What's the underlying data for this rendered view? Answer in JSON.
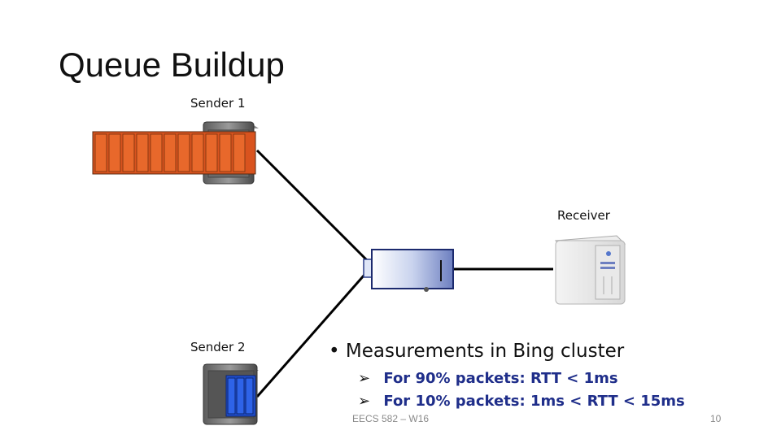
{
  "slide": {
    "title": "Queue Buildup",
    "sender1_label": "Sender 1",
    "sender2_label": "Sender 2",
    "receiver_label": "Receiver",
    "bullet": "Measurements in Bing cluster",
    "sub_bullets": [
      "For 90% packets: RTT < 1ms",
      "For 10% packets: 1ms < RTT < 15ms"
    ],
    "footer_left": "EECS 582 – W16",
    "page_number": "10"
  },
  "colors": {
    "queue_orange": "#d9531e",
    "sender2_blue": "#1f4fd1",
    "sub_bullet_text": "#1f2e8a",
    "footer_text": "#8a8a8a"
  },
  "icons": {
    "bullet": "•",
    "arrow": "➢"
  }
}
